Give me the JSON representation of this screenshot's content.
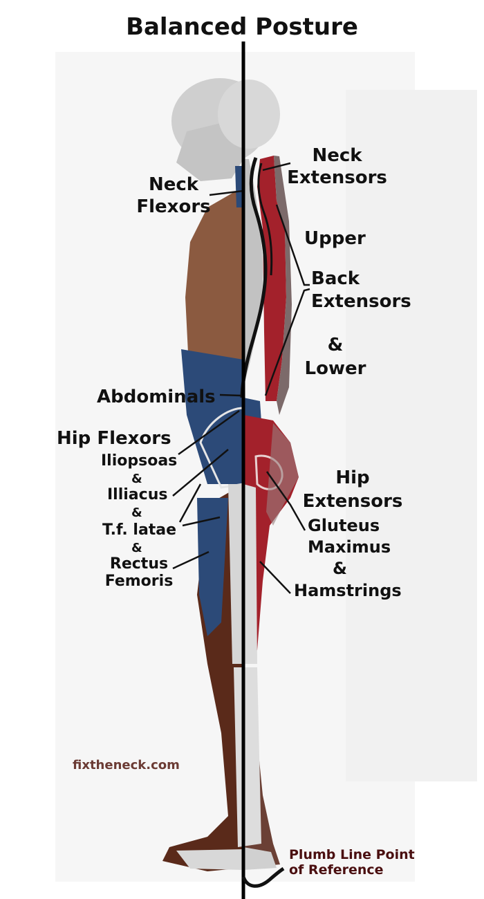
{
  "title": "Balanced Posture",
  "labels": {
    "neck_flexors": [
      "Neck",
      "Flexors"
    ],
    "neck_extensors": [
      "Neck",
      "Extensors"
    ],
    "upper": "Upper",
    "back_extensors": [
      "Back",
      "Extensors"
    ],
    "and_lower": [
      "&",
      "Lower"
    ],
    "abdominals": "Abdominals",
    "hip_flexors": "Hip Flexors",
    "iliopsoas": "Iliopsoas",
    "illiacus": "Illiacus",
    "tf_latae": "T.f. latae",
    "rectus_femoris": [
      "Rectus",
      "Femoris"
    ],
    "amp": "&",
    "hip_extensors": [
      "Hip",
      "Extensors"
    ],
    "gluteus_maximus": [
      "Gluteus",
      "Maximus"
    ],
    "hamstrings": "Hamstrings",
    "site": "fixtheneck.com",
    "plumb": [
      "Plumb Line Point",
      "of Reference"
    ]
  },
  "colors": {
    "skin_brown": "#8b5a40",
    "leg_brown": "#5a2a1a",
    "flexor_blue": "#2c4a78",
    "extensor_red": "#a3212b",
    "bone_gray": "#d6d6d6",
    "plumb_line": "#000000"
  }
}
